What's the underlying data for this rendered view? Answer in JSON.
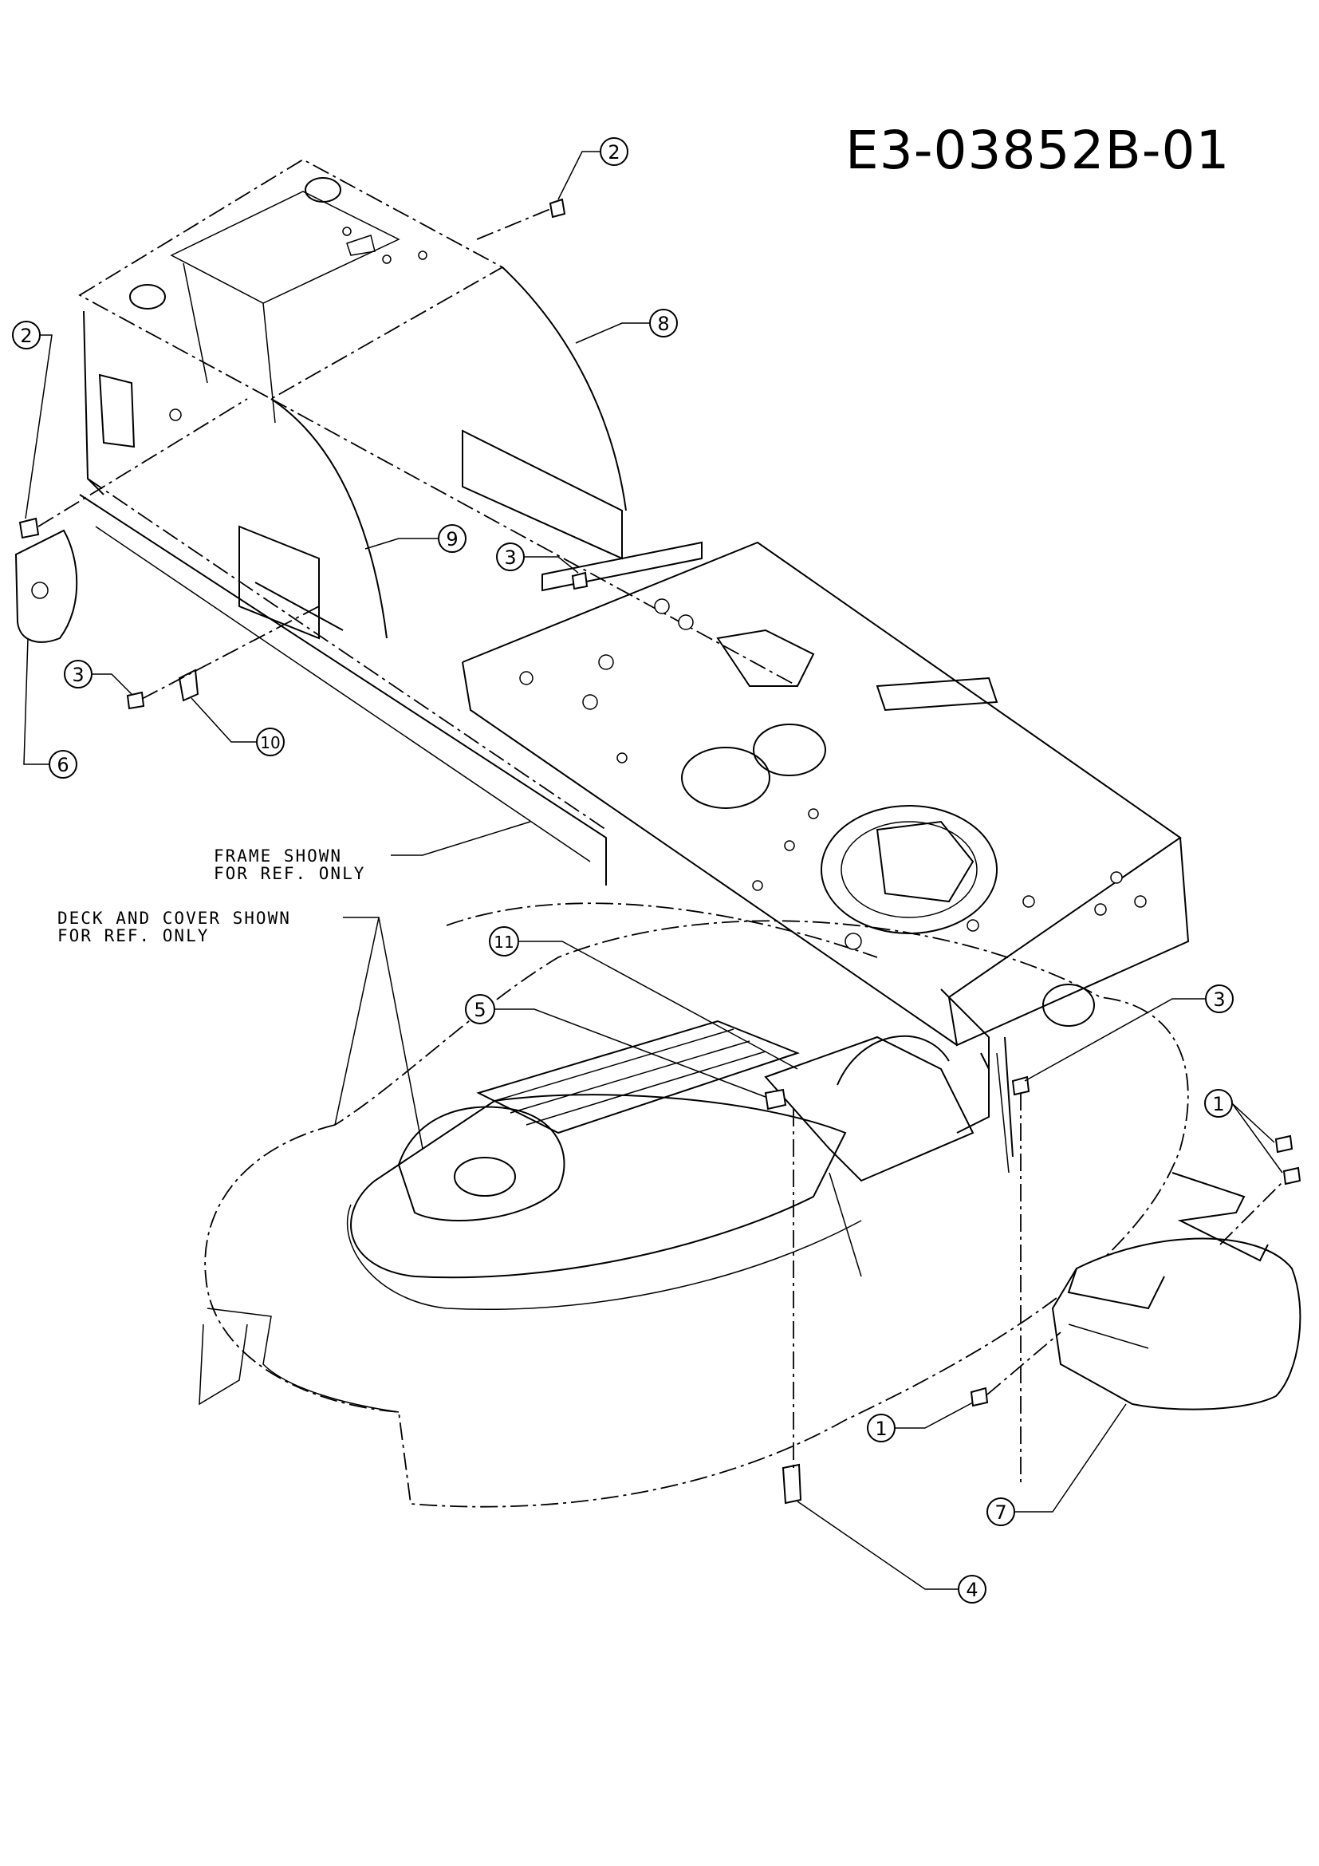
{
  "diagram": {
    "drawing_number": "E3-03852B-01",
    "notes": {
      "frame": [
        "FRAME SHOWN",
        "FOR REF. ONLY"
      ],
      "deck": [
        "DECK AND COVER SHOWN",
        "FOR REF. ONLY"
      ]
    },
    "callouts": [
      {
        "id": "c2-top",
        "label": "2"
      },
      {
        "id": "c8",
        "label": "8"
      },
      {
        "id": "c2-left",
        "label": "2"
      },
      {
        "id": "c9",
        "label": "9"
      },
      {
        "id": "c3-mid",
        "label": "3"
      },
      {
        "id": "c3-left",
        "label": "3"
      },
      {
        "id": "c10",
        "label": "10"
      },
      {
        "id": "c6",
        "label": "6"
      },
      {
        "id": "c11",
        "label": "11"
      },
      {
        "id": "c5",
        "label": "5"
      },
      {
        "id": "c3-right",
        "label": "3"
      },
      {
        "id": "c1-right",
        "label": "1"
      },
      {
        "id": "c1-bottom",
        "label": "1"
      },
      {
        "id": "c7",
        "label": "7"
      },
      {
        "id": "c4",
        "label": "4"
      }
    ]
  }
}
